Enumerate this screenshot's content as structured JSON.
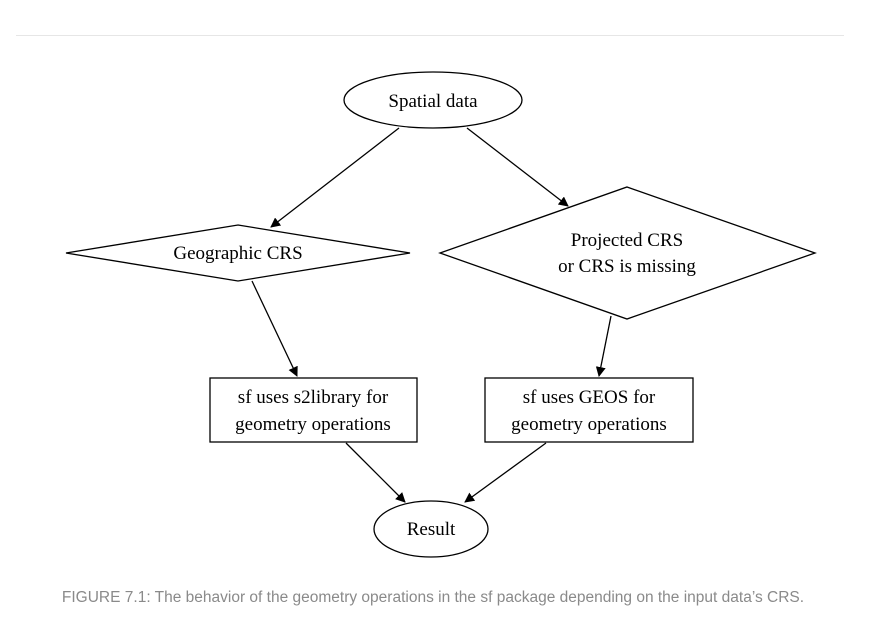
{
  "diagram": {
    "nodes": {
      "spatial_data": {
        "label": "Spatial data"
      },
      "geographic_crs": {
        "label": "Geographic CRS"
      },
      "projected_crs": {
        "line1": "Projected CRS",
        "line2": "or CRS is missing"
      },
      "s2_box": {
        "line1": "sf uses s2library for",
        "line2": "geometry operations"
      },
      "geos_box": {
        "line1": "sf uses GEOS for",
        "line2": "geometry operations"
      },
      "result": {
        "label": "Result"
      }
    },
    "stroke_color": "#000000",
    "fill_color": "#ffffff"
  },
  "caption": "FIGURE 7.1: The behavior of the geometry operations in the sf package depending on the input data’s CRS."
}
